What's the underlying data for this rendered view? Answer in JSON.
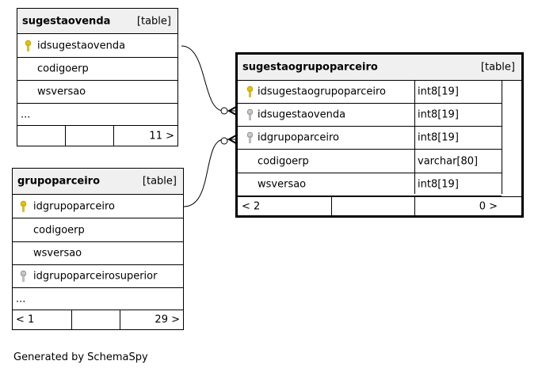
{
  "tables": {
    "sugestaovenda": {
      "name": "sugestaovenda",
      "type": "[table]",
      "columns": [
        {
          "name": "idsugestaovenda",
          "key": "primary"
        },
        {
          "name": "codigoerp",
          "key": "none"
        },
        {
          "name": "wsversao",
          "key": "none"
        }
      ],
      "more": "...",
      "footer": {
        "left": "",
        "right": "11 >"
      }
    },
    "grupoparceiro": {
      "name": "grupoparceiro",
      "type": "[table]",
      "columns": [
        {
          "name": "idgrupoparceiro",
          "key": "primary"
        },
        {
          "name": "codigoerp",
          "key": "none"
        },
        {
          "name": "wsversao",
          "key": "none"
        },
        {
          "name": "idgrupoparceirosuperior",
          "key": "foreign"
        }
      ],
      "more": "...",
      "footer": {
        "left": "< 1",
        "right": "29 >"
      }
    },
    "sugestaogrupoparceiro": {
      "name": "sugestaogrupoparceiro",
      "type": "[table]",
      "columns": [
        {
          "name": "idsugestaogrupoparceiro",
          "type": "int8[19]",
          "key": "primary"
        },
        {
          "name": "idsugestaovenda",
          "type": "int8[19]",
          "key": "foreign"
        },
        {
          "name": "idgrupoparceiro",
          "type": "int8[19]",
          "key": "foreign"
        },
        {
          "name": "codigoerp",
          "type": "varchar[80]",
          "key": "none"
        },
        {
          "name": "wsversao",
          "type": "int8[19]",
          "key": "none"
        }
      ],
      "footer": {
        "left": "< 2",
        "right": "0 >"
      }
    }
  },
  "generated_by": "Generated by SchemaSpy",
  "colors": {
    "primary_key": "#e8c200",
    "foreign_key": "#a8a8a8",
    "header_bg": "#f0f0f0"
  }
}
